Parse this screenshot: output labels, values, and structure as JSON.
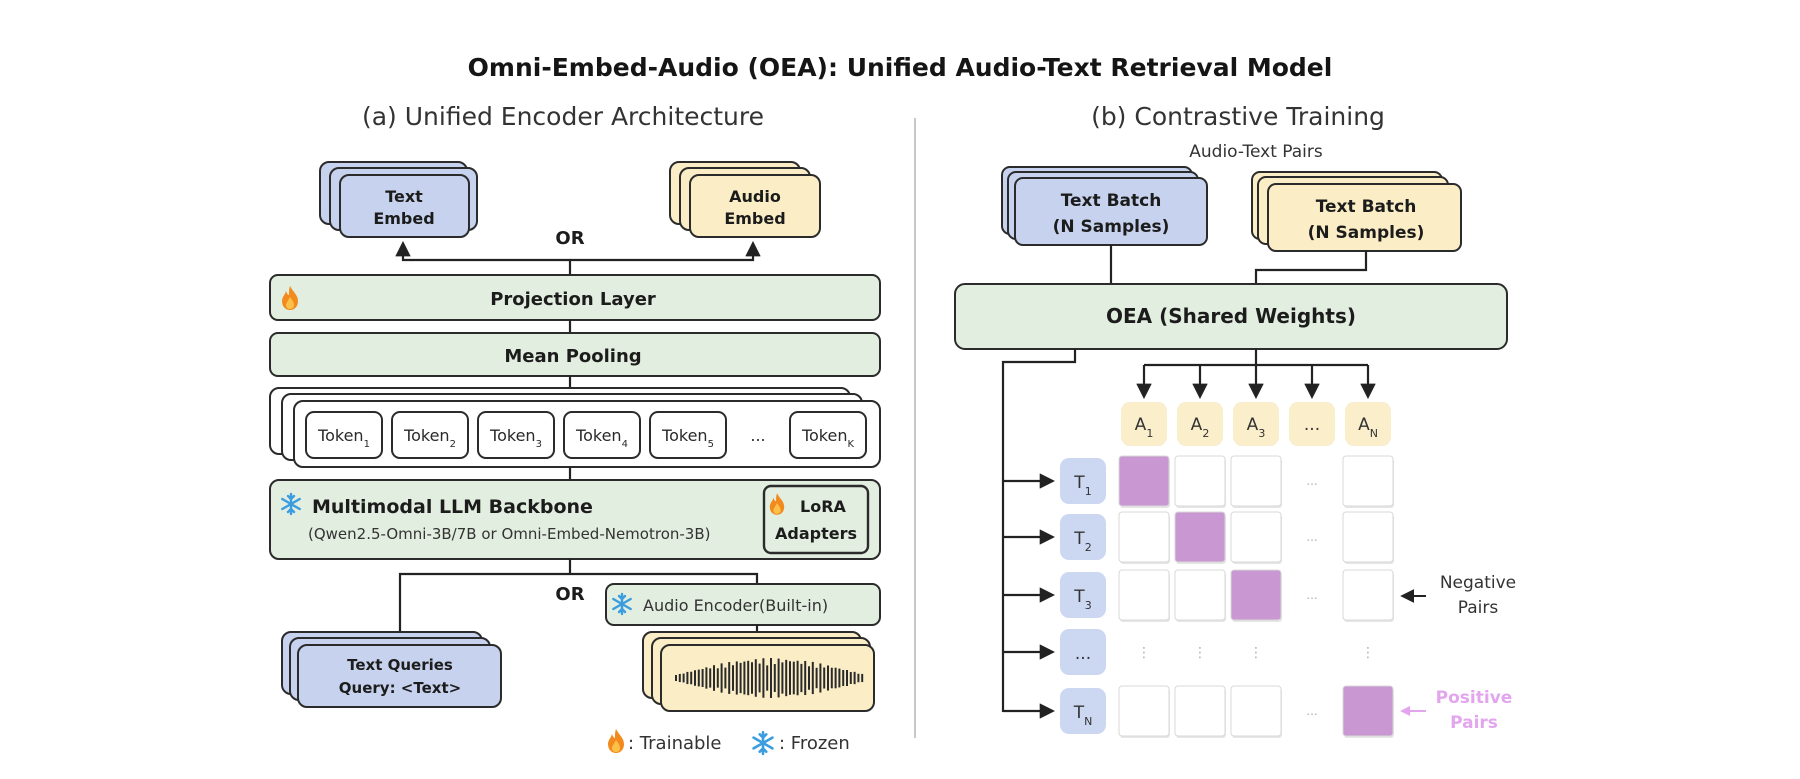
{
  "title": "Omni-Embed-Audio (OEA): Unified Audio-Text Retrieval Model",
  "panel_a": {
    "heading": "(a) Unified Encoder Architecture",
    "text_embed": [
      "Text",
      "Embed"
    ],
    "audio_embed": [
      "Audio",
      "Embed"
    ],
    "or_top": "OR",
    "projection": "Projection Layer",
    "pooling": "Mean Pooling",
    "tokens": [
      "Token",
      "Token",
      "Token",
      "Token",
      "Token",
      "...",
      "Token"
    ],
    "token_subs": [
      "1",
      "2",
      "3",
      "4",
      "5",
      "",
      "K"
    ],
    "backbone_title": "Multimodal LLM Backbone",
    "backbone_sub": "(Qwen2.5-Omni-3B/7B or Omni-Embed-Nemotron-3B)",
    "lora": [
      "LoRA",
      "Adapters"
    ],
    "or_bottom": "OR",
    "audio_encoder": "Audio Encoder(Built-in)",
    "text_queries": [
      "Text Queries",
      "Query: <Text>"
    ],
    "legend_trainable": ": Trainable",
    "legend_frozen": ": Frozen"
  },
  "panel_b": {
    "heading": "(b) Contrastive Training",
    "pairs_label": "Audio-Text Pairs",
    "text_batch": [
      "Text Batch",
      "(N Samples)"
    ],
    "audio_batch": [
      "Text Batch",
      "(N Samples)"
    ],
    "oea": "OEA (Shared Weights)",
    "col_heads": [
      "A",
      "A",
      "A",
      "...",
      "A"
    ],
    "col_subs": [
      "1",
      "2",
      "3",
      "",
      "N"
    ],
    "row_heads": [
      "T",
      "T",
      "T",
      "...",
      "T"
    ],
    "row_subs": [
      "1",
      "2",
      "3",
      "",
      "N"
    ],
    "negative": [
      "Negative",
      "Pairs"
    ],
    "positive": [
      "Positive",
      "Pairs"
    ]
  },
  "colors": {
    "green_fill": "#e2eedf",
    "blue_fill": "#c7d3ee",
    "yellow_fill": "#fbeec7",
    "purple_cell": "#c998d2",
    "positive_text": "#e3a6ee",
    "header_yellow": "#fbeecb",
    "header_blue": "#ccd8f2"
  }
}
